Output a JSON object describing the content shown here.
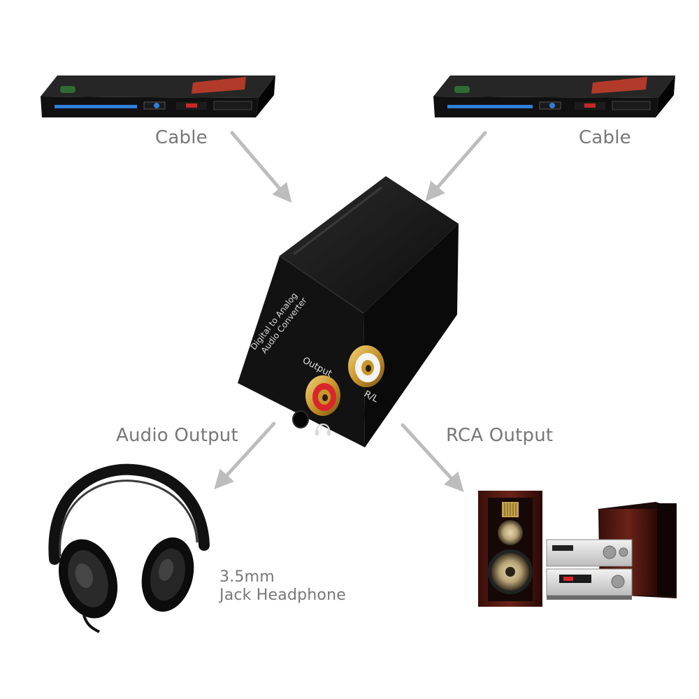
{
  "labels": {
    "cable_left": "Cable",
    "cable_right": "Cable",
    "audio_output": "Audio Output",
    "rca_output": "RCA Output",
    "headphone_line1": "3.5mm",
    "headphone_line2": "Jack Headphone"
  },
  "device": {
    "front_text_line1": "Digital to Analog",
    "front_text_line2": "Audio Converter",
    "port_output_label": "Output",
    "port_rl_label": "R/L"
  },
  "colors": {
    "arrow": "#bdbdbd",
    "label_text": "#777777",
    "device_body": "#141414",
    "rca_red": "#d8262b",
    "rca_white": "#f4f4f4",
    "gold": "#c8962c",
    "player_strip": "#2f7fd8",
    "speaker_wood": "#5a1a14"
  },
  "icons": {
    "headphone_symbol": "headphone-icon"
  }
}
